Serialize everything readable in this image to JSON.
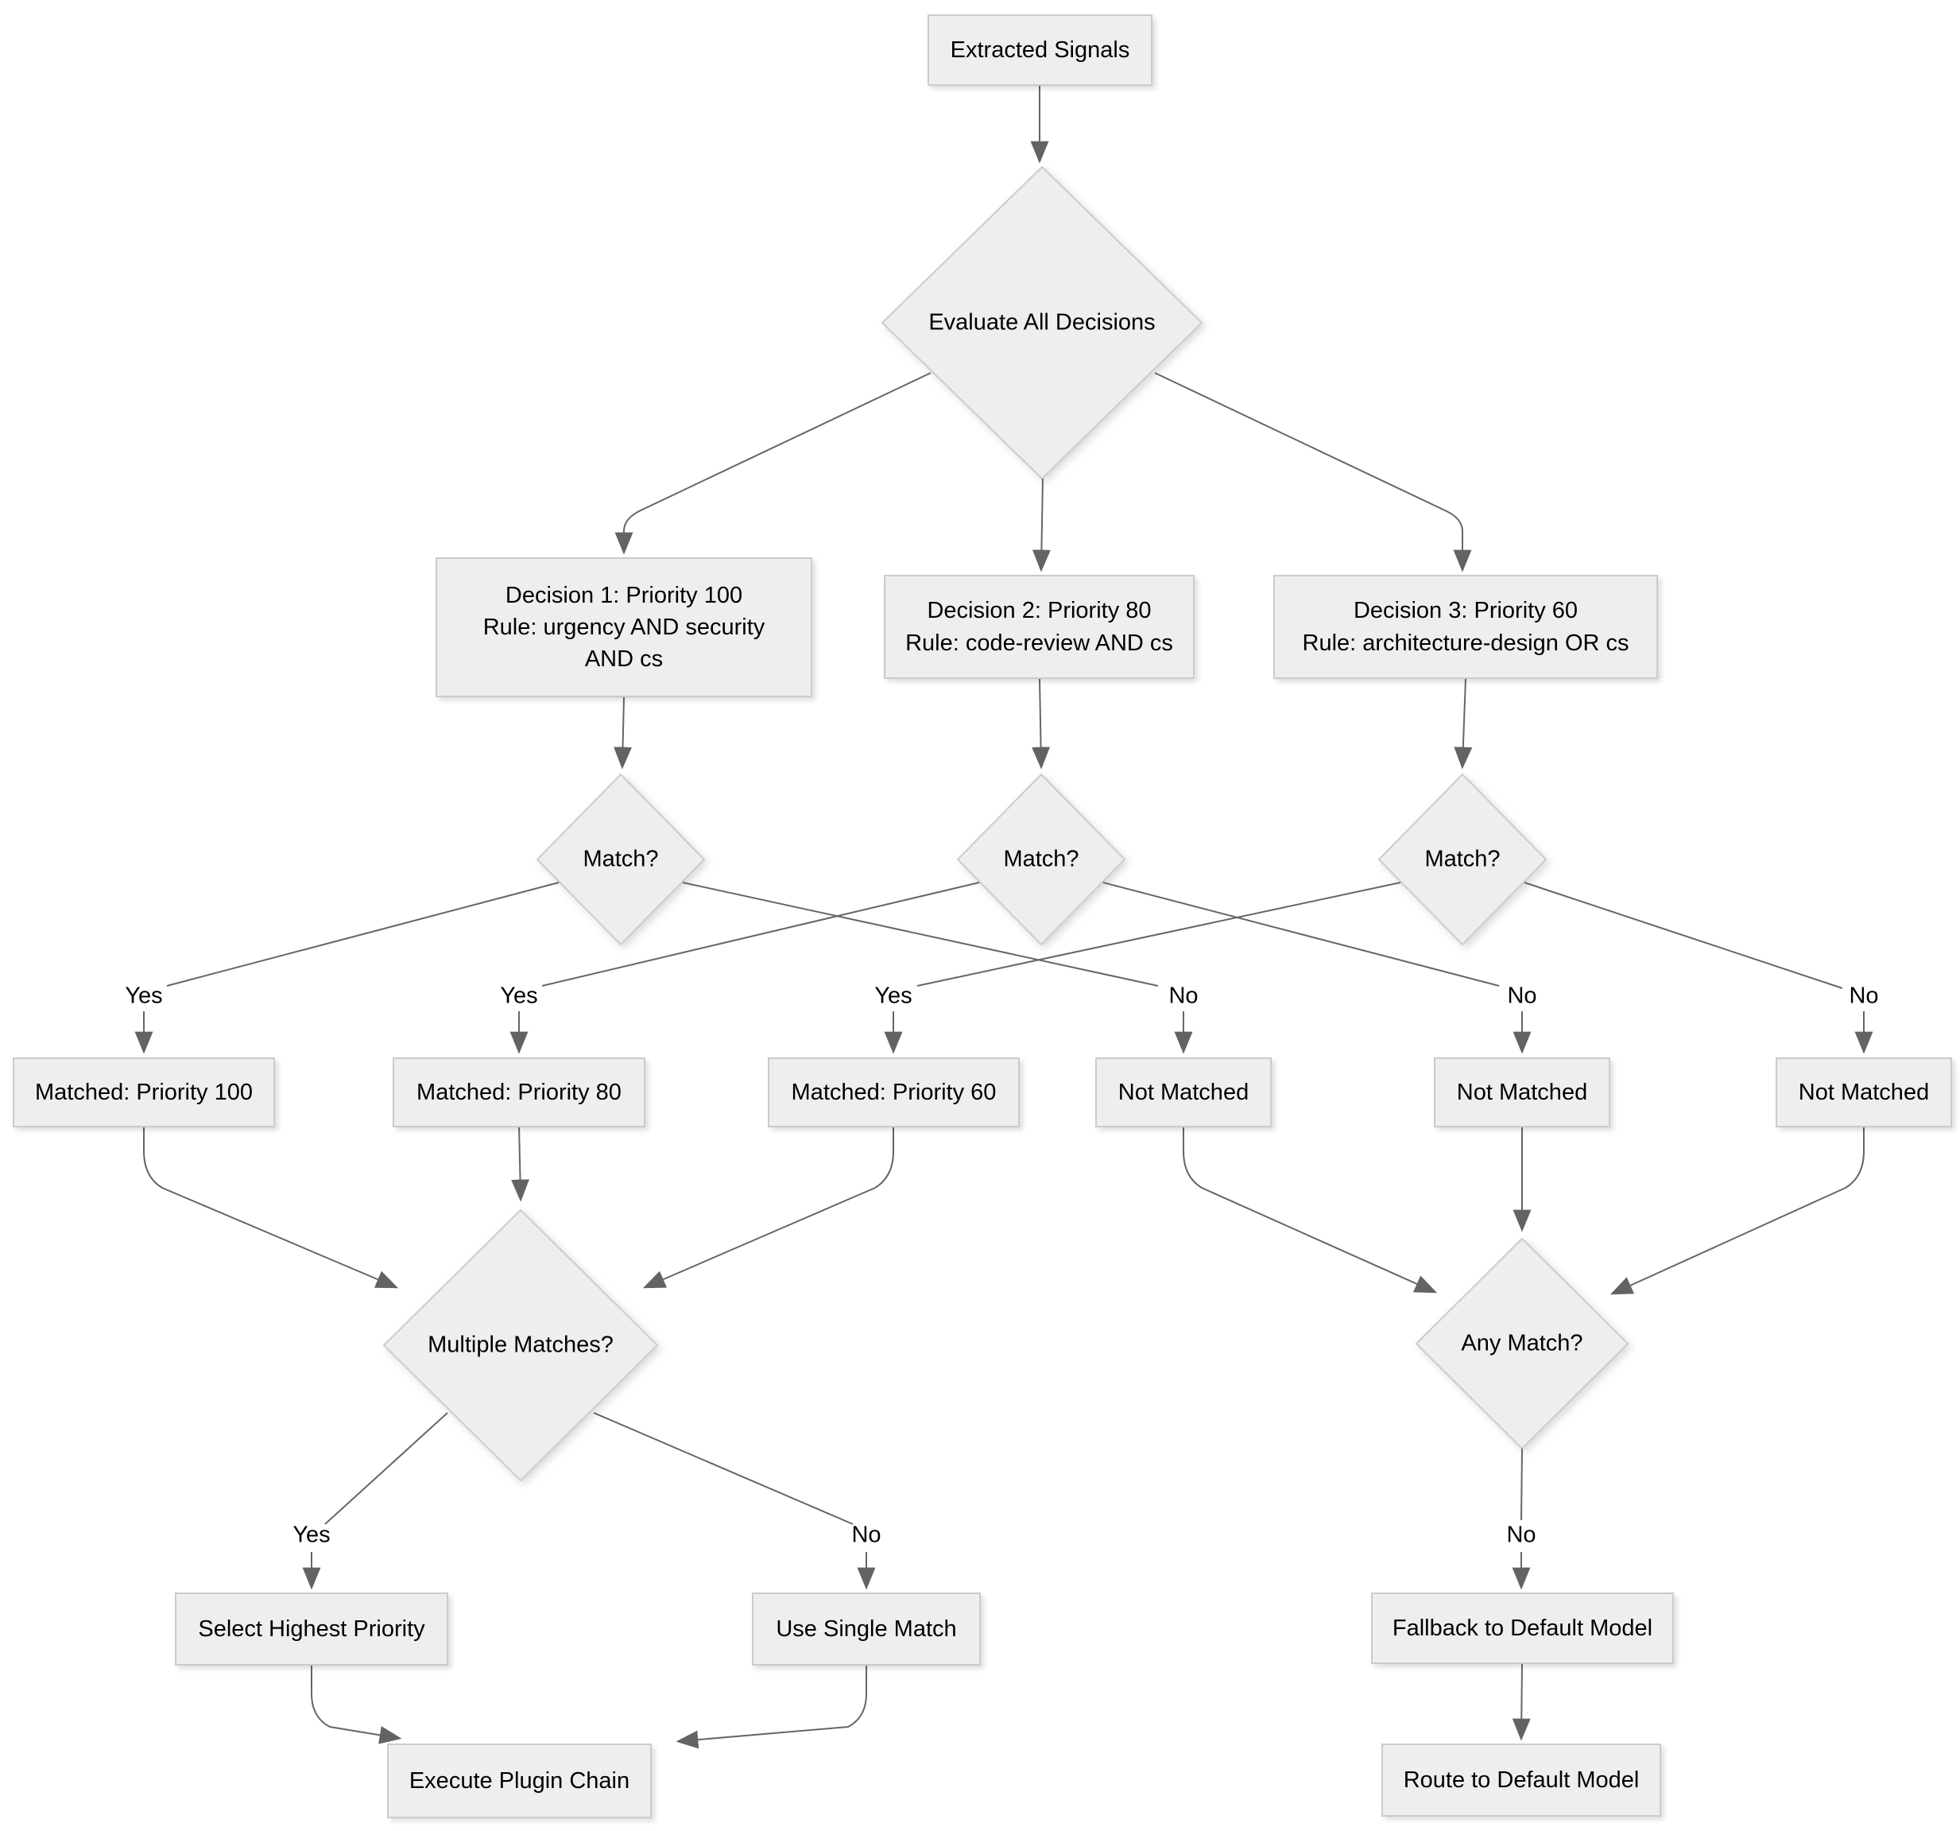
{
  "colors": {
    "background": "#ffffff",
    "node_fill": "#eeeeee",
    "node_border": "#cbcbcb",
    "edge_line": "#666666",
    "arrowhead": "#636363",
    "text": "#000000"
  },
  "diagram": {
    "nodes": {
      "extracted": {
        "label": "Extracted Signals",
        "shape": "rect"
      },
      "evaluate": {
        "label": "Evaluate All Decisions",
        "shape": "diamond"
      },
      "decision1": {
        "label": "Decision 1: Priority 100\nRule: urgency AND security\nAND cs",
        "shape": "rect"
      },
      "decision2": {
        "label": "Decision 2: Priority 80\nRule: code-review AND cs",
        "shape": "rect"
      },
      "decision3": {
        "label": "Decision 3: Priority 60\nRule: architecture-design OR cs",
        "shape": "rect"
      },
      "match1": {
        "label": "Match?",
        "shape": "diamond"
      },
      "match2": {
        "label": "Match?",
        "shape": "diamond"
      },
      "match3": {
        "label": "Match?",
        "shape": "diamond"
      },
      "matched100": {
        "label": "Matched: Priority 100",
        "shape": "rect"
      },
      "matched80": {
        "label": "Matched: Priority 80",
        "shape": "rect"
      },
      "matched60": {
        "label": "Matched: Priority 60",
        "shape": "rect"
      },
      "notmatched1": {
        "label": "Not Matched",
        "shape": "rect"
      },
      "notmatched2": {
        "label": "Not Matched",
        "shape": "rect"
      },
      "notmatched3": {
        "label": "Not Matched",
        "shape": "rect"
      },
      "multiple": {
        "label": "Multiple Matches?",
        "shape": "diamond"
      },
      "anymatch": {
        "label": "Any Match?",
        "shape": "diamond"
      },
      "selecthighest": {
        "label": "Select Highest Priority",
        "shape": "rect"
      },
      "usesingle": {
        "label": "Use Single Match",
        "shape": "rect"
      },
      "fallback": {
        "label": "Fallback to Default Model",
        "shape": "rect"
      },
      "execute": {
        "label": "Execute Plugin Chain",
        "shape": "rect"
      },
      "route": {
        "label": "Route to Default Model",
        "shape": "rect"
      }
    },
    "edge_labels": {
      "yes": "Yes",
      "no": "No"
    },
    "edges": [
      {
        "from": "extracted",
        "to": "evaluate",
        "label": ""
      },
      {
        "from": "evaluate",
        "to": "decision1",
        "label": ""
      },
      {
        "from": "evaluate",
        "to": "decision2",
        "label": ""
      },
      {
        "from": "evaluate",
        "to": "decision3",
        "label": ""
      },
      {
        "from": "decision1",
        "to": "match1",
        "label": ""
      },
      {
        "from": "decision2",
        "to": "match2",
        "label": ""
      },
      {
        "from": "decision3",
        "to": "match3",
        "label": ""
      },
      {
        "from": "match1",
        "to": "matched100",
        "label": "Yes"
      },
      {
        "from": "match1",
        "to": "notmatched1",
        "label": "No"
      },
      {
        "from": "match2",
        "to": "matched80",
        "label": "Yes"
      },
      {
        "from": "match2",
        "to": "notmatched2",
        "label": "No"
      },
      {
        "from": "match3",
        "to": "matched60",
        "label": "Yes"
      },
      {
        "from": "match3",
        "to": "notmatched3",
        "label": "No"
      },
      {
        "from": "matched100",
        "to": "multiple",
        "label": ""
      },
      {
        "from": "matched80",
        "to": "multiple",
        "label": ""
      },
      {
        "from": "matched60",
        "to": "multiple",
        "label": ""
      },
      {
        "from": "notmatched1",
        "to": "anymatch",
        "label": ""
      },
      {
        "from": "notmatched2",
        "to": "anymatch",
        "label": ""
      },
      {
        "from": "notmatched3",
        "to": "anymatch",
        "label": ""
      },
      {
        "from": "multiple",
        "to": "selecthighest",
        "label": "Yes"
      },
      {
        "from": "multiple",
        "to": "usesingle",
        "label": "No"
      },
      {
        "from": "anymatch",
        "to": "fallback",
        "label": "No"
      },
      {
        "from": "selecthighest",
        "to": "execute",
        "label": ""
      },
      {
        "from": "usesingle",
        "to": "execute",
        "label": ""
      },
      {
        "from": "fallback",
        "to": "route",
        "label": ""
      }
    ]
  }
}
